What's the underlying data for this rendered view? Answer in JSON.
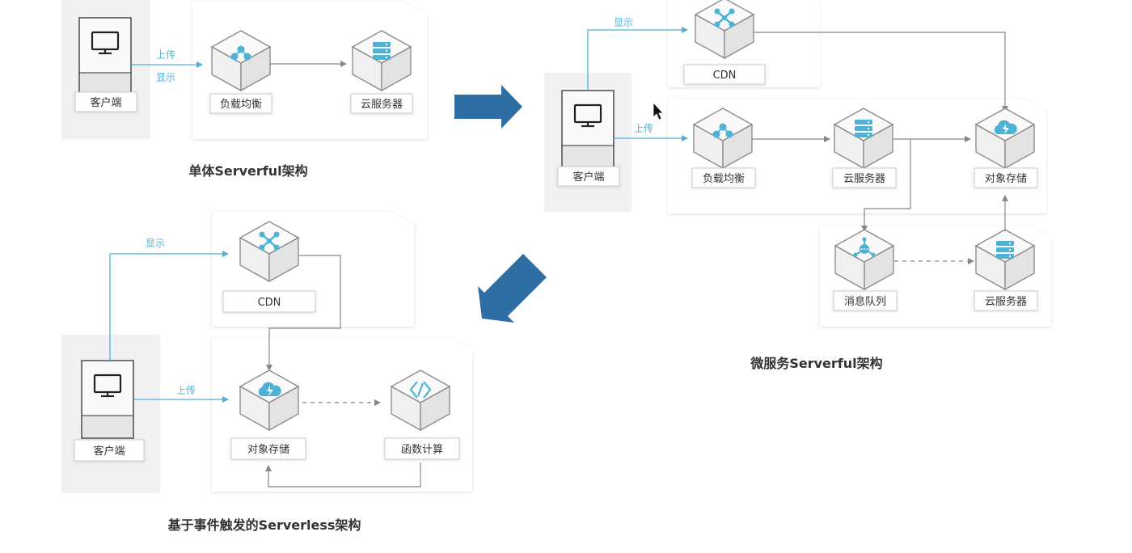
{
  "colors": {
    "accent": "#4db3d6",
    "line": "#888888",
    "arrow": "#2f6ea4",
    "panel": "#f0f1f3"
  },
  "diagrams": {
    "monolith": {
      "title": "单体Serverful架构",
      "client": "客户端",
      "load_balancer": "负载均衡",
      "cloud_server": "云服务器",
      "edge_upload": "上传",
      "edge_display": "显示"
    },
    "microservice": {
      "title": "微服务Serverful架构",
      "client": "客户端",
      "cdn": "CDN",
      "load_balancer": "负载均衡",
      "cloud_server": "云服务器",
      "object_storage": "对象存储",
      "message_queue": "消息队列",
      "cloud_server_2": "云服务器",
      "edge_upload": "上传",
      "edge_display": "显示"
    },
    "serverless": {
      "title": "基于事件触发的Serverless架构",
      "client": "客户端",
      "cdn": "CDN",
      "object_storage": "对象存储",
      "function_compute": "函数计算",
      "edge_upload": "上传",
      "edge_display": "显示"
    }
  }
}
